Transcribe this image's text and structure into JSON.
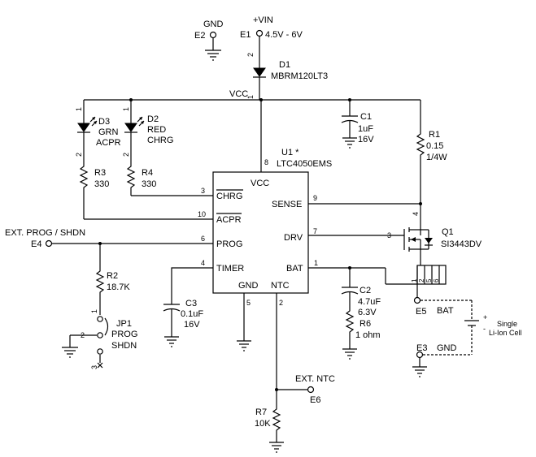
{
  "power": {
    "gnd_name": "GND",
    "gnd_ref": "E2",
    "vin_name": "+VIN",
    "vin_ref": "E1",
    "vin_range": "4.5V - 6V",
    "vcc_net": "VCC"
  },
  "d1": {
    "ref": "D1",
    "part": "MBRM120LT3",
    "pin_a": "2",
    "pin_k": "1"
  },
  "d3": {
    "ref": "D3",
    "color": "GRN",
    "fn": "ACPR",
    "pin1": "1",
    "pin2": "2"
  },
  "d2": {
    "ref": "D2",
    "color": "RED",
    "fn": "CHRG",
    "pin1": "1",
    "pin2": "2"
  },
  "r3": {
    "ref": "R3",
    "value": "330"
  },
  "r4": {
    "ref": "R4",
    "value": "330"
  },
  "c1": {
    "ref": "C1",
    "value": "1uF",
    "voltage": "16V"
  },
  "r1": {
    "ref": "R1",
    "value": "0.15",
    "power": "1/4W"
  },
  "u1": {
    "ref": "U1 *",
    "part": "LTC4050EMS",
    "vcc_label": "VCC",
    "vcc_pin": "8",
    "left_pins": [
      {
        "num": "3",
        "name": "CHRG"
      },
      {
        "num": "10",
        "name": "ACPR"
      },
      {
        "num": "6",
        "name": "PROG"
      },
      {
        "num": "4",
        "name": "TIMER"
      }
    ],
    "right_pins": [
      {
        "num": "9",
        "name": "SENSE"
      },
      {
        "num": "7",
        "name": "DRV"
      },
      {
        "num": "1",
        "name": "BAT"
      }
    ],
    "gnd_label": "GND",
    "gnd_pin": "5",
    "ntc_label": "NTC",
    "ntc_pin": "2"
  },
  "ext_prog": {
    "label": "EXT. PROG / SHDN",
    "ref": "E4"
  },
  "r2": {
    "ref": "R2",
    "value": "18.7K"
  },
  "jp1": {
    "ref": "JP1",
    "line1": "PROG",
    "line2": "SHDN",
    "pin1": "1",
    "pin2": "2",
    "pin3": "3"
  },
  "c3": {
    "ref": "C3",
    "value": "0.1uF",
    "voltage": "16V"
  },
  "c2": {
    "ref": "C2",
    "value": "4.7uF",
    "voltage": "6.3V"
  },
  "r6": {
    "ref": "R6",
    "value": "1 ohm"
  },
  "q1": {
    "ref": "Q1",
    "part": "SI3443DV",
    "pin_g": "3",
    "pin_s": "4",
    "drain_pins": [
      "1",
      "2",
      "5",
      "6"
    ]
  },
  "bat_term": {
    "ref": "E5",
    "label": "BAT"
  },
  "gnd_term": {
    "ref": "E3",
    "label": "GND"
  },
  "cell": {
    "line1": "Single",
    "line2": "Li-Ion Cell",
    "plus": "+",
    "minus": "-"
  },
  "ext_ntc": {
    "label": "EXT. NTC",
    "ref": "E6"
  },
  "r7": {
    "ref": "R7",
    "value": "10K"
  }
}
